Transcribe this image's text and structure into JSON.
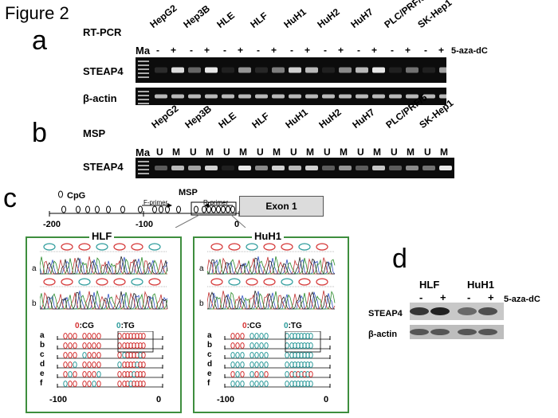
{
  "figure_title": "Figure 2",
  "panel_a": {
    "letter": "a",
    "method": "RT-PCR",
    "marker_lane": "Ma",
    "treatment_label": "5-aza-dC",
    "cell_lines": [
      "HepG2",
      "Hep3B",
      "HLE",
      "HLF",
      "HuH1",
      "HuH2",
      "HuH7",
      "PLC/PRF/5",
      "SK-Hep1"
    ],
    "signs": [
      "-",
      "+"
    ],
    "rows": [
      "STEAP4",
      "β-actin"
    ],
    "steap4_intensity": [
      0.1,
      0.85,
      0.35,
      0.9,
      0.05,
      0.55,
      0.08,
      0.45,
      0.8,
      0.7,
      0.05,
      0.5,
      0.7,
      0.9,
      0.05,
      0.4,
      0.05,
      0.6
    ],
    "actin_intensity": [
      0.7,
      0.7,
      0.7,
      0.7,
      0.7,
      0.7,
      0.7,
      0.7,
      0.7,
      0.7,
      0.7,
      0.7,
      0.7,
      0.7,
      0.7,
      0.7,
      0.7,
      0.7
    ]
  },
  "panel_b": {
    "letter": "b",
    "method": "MSP",
    "marker_lane": "Ma",
    "cell_lines": [
      "HepG2",
      "Hep3B",
      "HLE",
      "HLF",
      "HuH1",
      "HuH2",
      "HuH7",
      "PLC/PRF/5",
      "SK-Hep1"
    ],
    "lanes": [
      "U",
      "M"
    ],
    "row": "STEAP4",
    "intensity": [
      0.3,
      0.7,
      0.6,
      0.8,
      0.05,
      0.9,
      0.5,
      0.8,
      0.7,
      0.8,
      0.3,
      0.55,
      0.3,
      0.75,
      0.3,
      0.5,
      0.4,
      0.9
    ]
  },
  "panel_c": {
    "letter": "c",
    "cpg_label": "CpG",
    "msp_label": "MSP",
    "f_primer": "F-primer",
    "r_primer": "R-primer",
    "exon_label": "Exon 1",
    "axis_ticks": [
      "-200",
      "-100",
      "0"
    ],
    "left_box": {
      "title": "HLF",
      "trace_labels": [
        "a",
        "b"
      ],
      "legend_cg": ":CG",
      "legend_tg": ":TG",
      "clone_labels": [
        "a",
        "b",
        "c",
        "d",
        "e",
        "f"
      ],
      "axis_ticks": [
        "-100",
        "0"
      ]
    },
    "right_box": {
      "title": "HuH1",
      "trace_labels": [
        "a",
        "b"
      ],
      "legend_cg": ":CG",
      "legend_tg": ":TG",
      "clone_labels": [
        "a",
        "b",
        "c",
        "d",
        "e",
        "f"
      ],
      "axis_ticks": [
        "-100",
        "0"
      ]
    }
  },
  "panel_d": {
    "letter": "d",
    "cell_lines": [
      "HLF",
      "HuH1"
    ],
    "signs": [
      "-",
      "+",
      "-",
      "+"
    ],
    "treatment_label": "5-aza-dC",
    "rows": [
      "STEAP4",
      "β-actin"
    ]
  },
  "colors": {
    "box_border": "#3e8e3e",
    "cg": "#d43030",
    "tg": "#2a9a9a",
    "trace_blue": "#3050c0",
    "trace_red": "#c03030"
  }
}
